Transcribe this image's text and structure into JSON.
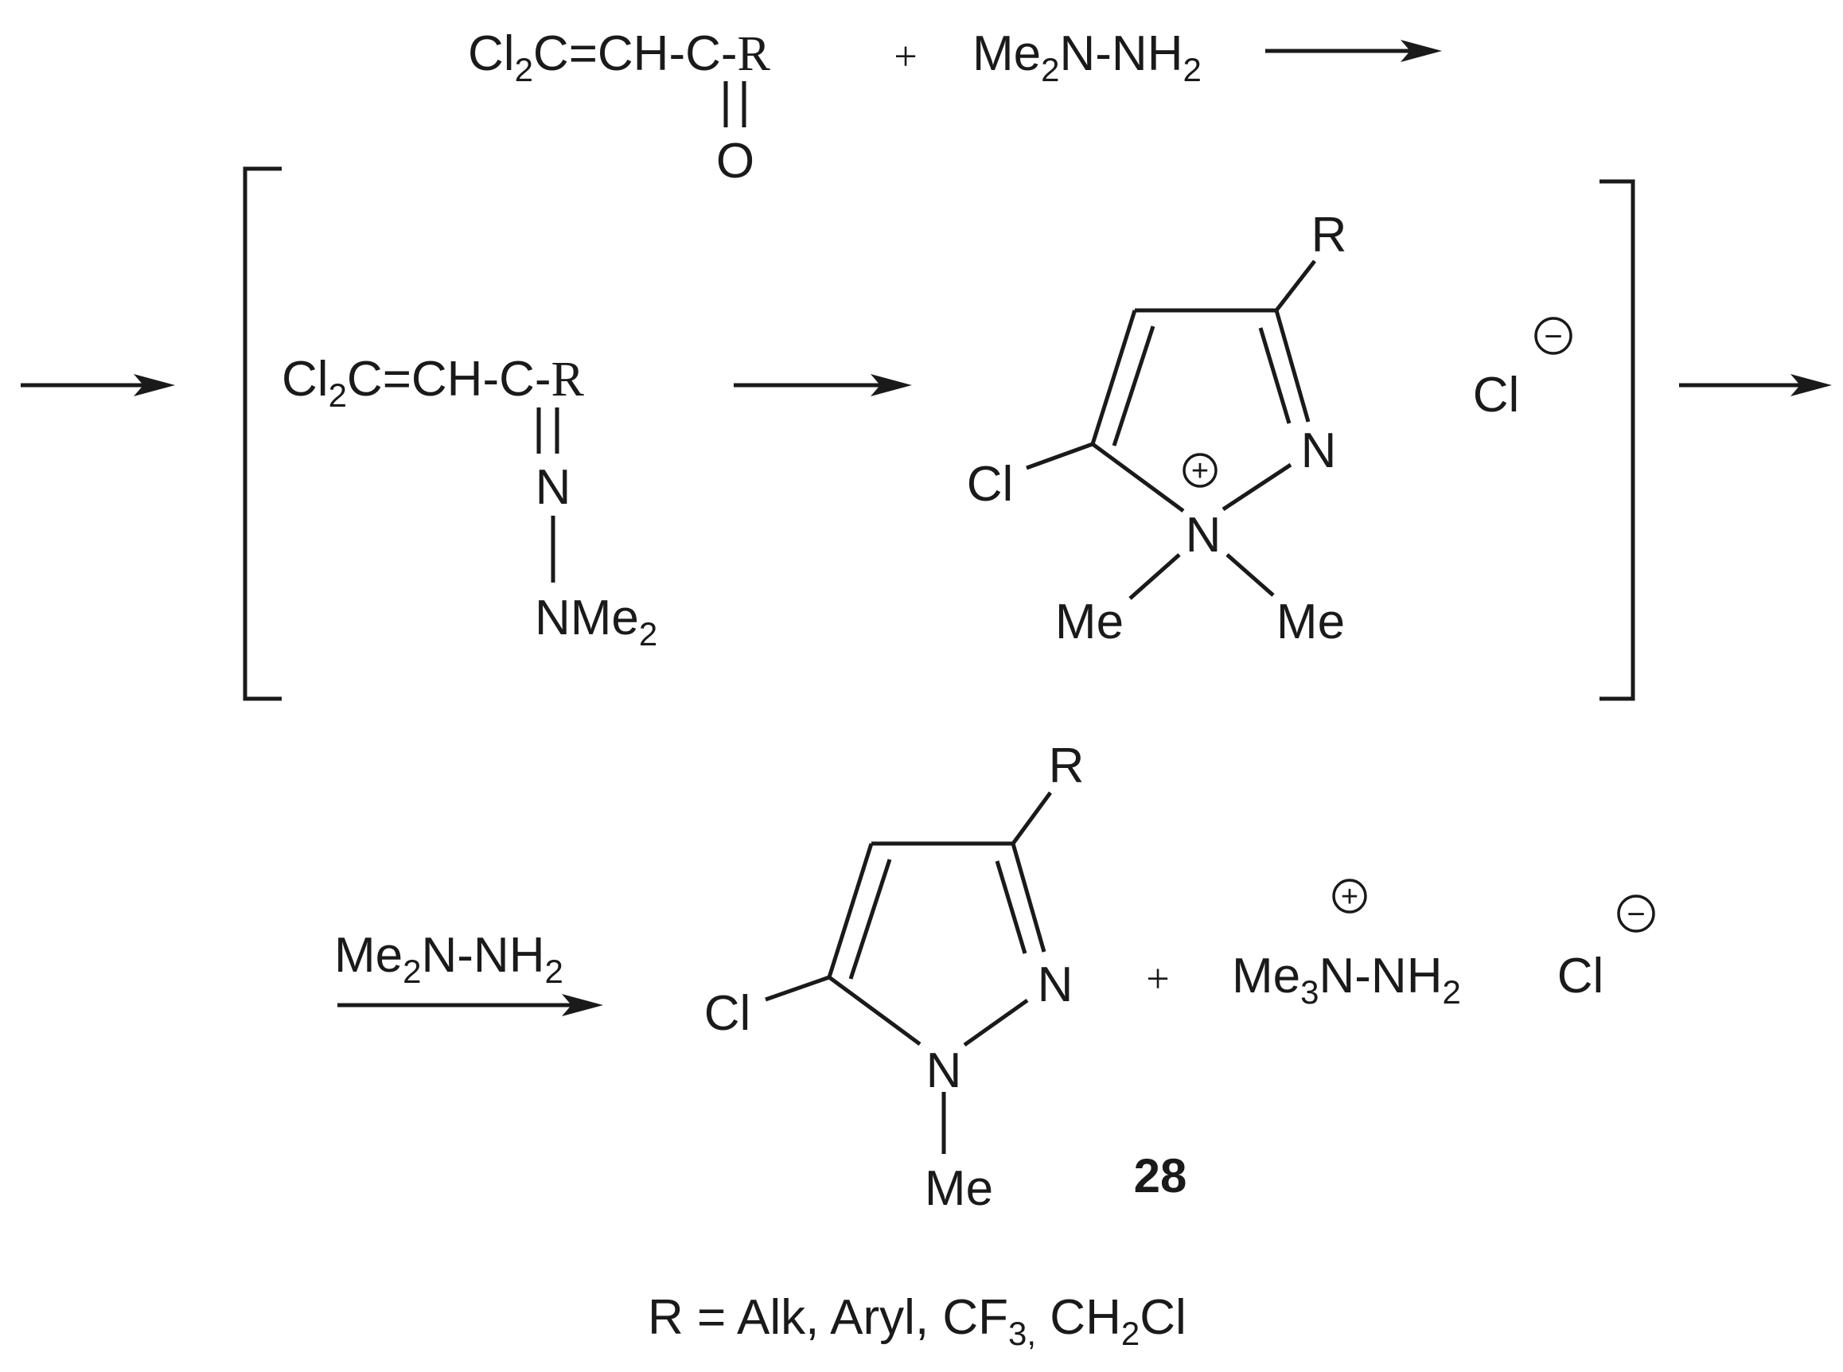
{
  "reactant_ketone": {
    "main": "Cl",
    "sub": "2",
    "chain": "C=CH-C-",
    "r": "R",
    "oxygen": "O"
  },
  "plus": "+",
  "reagent": {
    "main": "Me",
    "sub": "2",
    "tail": "N-NH",
    "sub2": "2"
  },
  "hydrazone": {
    "main": "Cl",
    "sub": "2",
    "chain": "C=CH-C-",
    "r": "R",
    "n": "N",
    "nme": "NMe",
    "nme_sub": "2"
  },
  "pyrazolium": {
    "r": "R",
    "n2": "N",
    "n1": "N",
    "cl": "Cl",
    "me_left": "Me",
    "me_right": "Me",
    "plus_charge": "+"
  },
  "chloride": {
    "cl": "Cl",
    "minus_charge": "−"
  },
  "arrow_reagent": {
    "main": "Me",
    "sub": "2",
    "tail": "N-NH",
    "sub2": "2"
  },
  "product": {
    "r": "R",
    "n2": "N",
    "n1": "N",
    "cl": "Cl",
    "me": "Me",
    "label": "28"
  },
  "byproduct": {
    "main": "Me",
    "sub": "3",
    "tail": "N-NH",
    "sub2": "2",
    "plus_charge": "+",
    "cl": "Cl",
    "minus_charge": "−"
  },
  "footnote": {
    "lead": "R = Alk, Aryl, CF",
    "sub1": "3,",
    "mid": " CH",
    "sub2": "2",
    "tail": "Cl"
  }
}
